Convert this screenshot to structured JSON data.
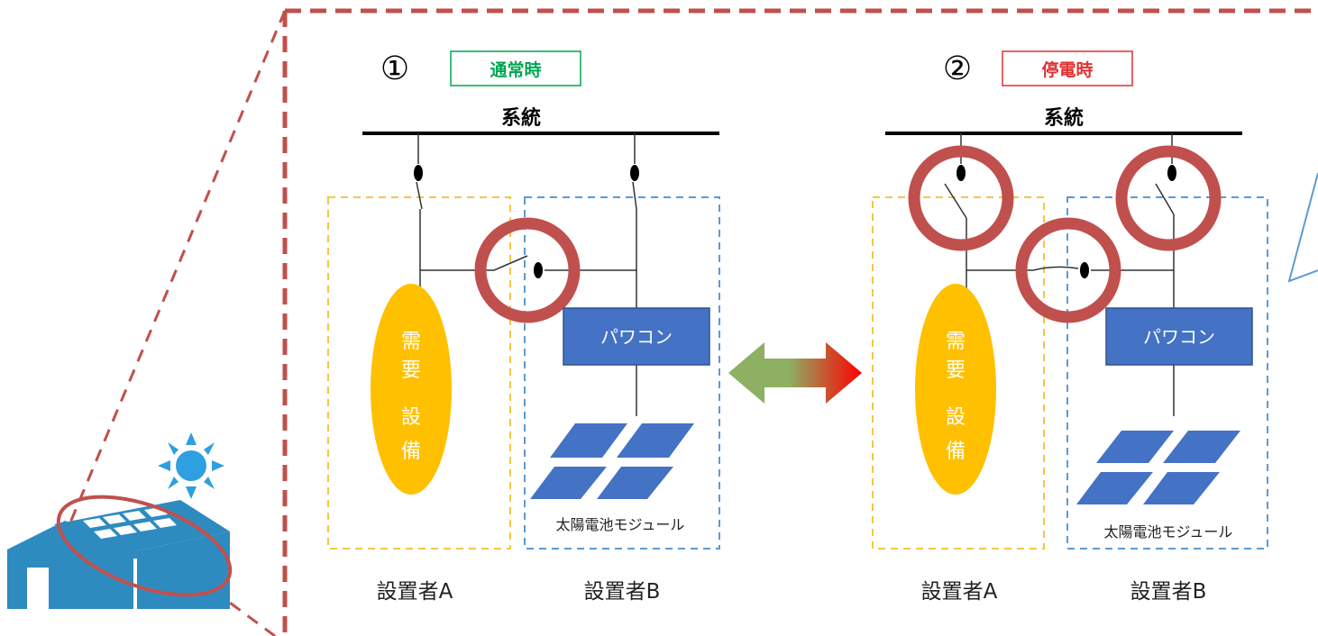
{
  "panel1": {
    "number": "①",
    "mode_label": "通常時",
    "grid_label": "系統",
    "demand_label": [
      "需",
      "要",
      "設",
      "備"
    ],
    "pcs_label": "パワコン",
    "module_label": "太陽電池モジュール",
    "installer_a": "設置者A",
    "installer_b": "設置者B"
  },
  "panel2": {
    "number": "②",
    "mode_label": "停電時",
    "grid_label": "系統",
    "demand_label": [
      "需",
      "要",
      "設",
      "備"
    ],
    "pcs_label": "パワコン",
    "module_label": "太陽電池モジュール",
    "installer_a": "設置者A",
    "installer_b": "設置者B"
  },
  "colors": {
    "frame": "#c0504d",
    "mode_normal": "#00a651",
    "mode_outage": "#e03030",
    "highlight_circle": "#c0504d",
    "demand_ellipse": "#ffc000",
    "box_a_border": "#f2c744",
    "box_b_border": "#5b9bd5",
    "pcs_fill": "#4472c4",
    "arrow_left": "#8db063",
    "arrow_right": "#ff0000",
    "house": "#2e8bc0",
    "sun": "#2e9fe0"
  },
  "icons": [
    "house-icon",
    "sun-icon",
    "solar-panel-icon",
    "switch-icon",
    "double-arrow-icon"
  ]
}
